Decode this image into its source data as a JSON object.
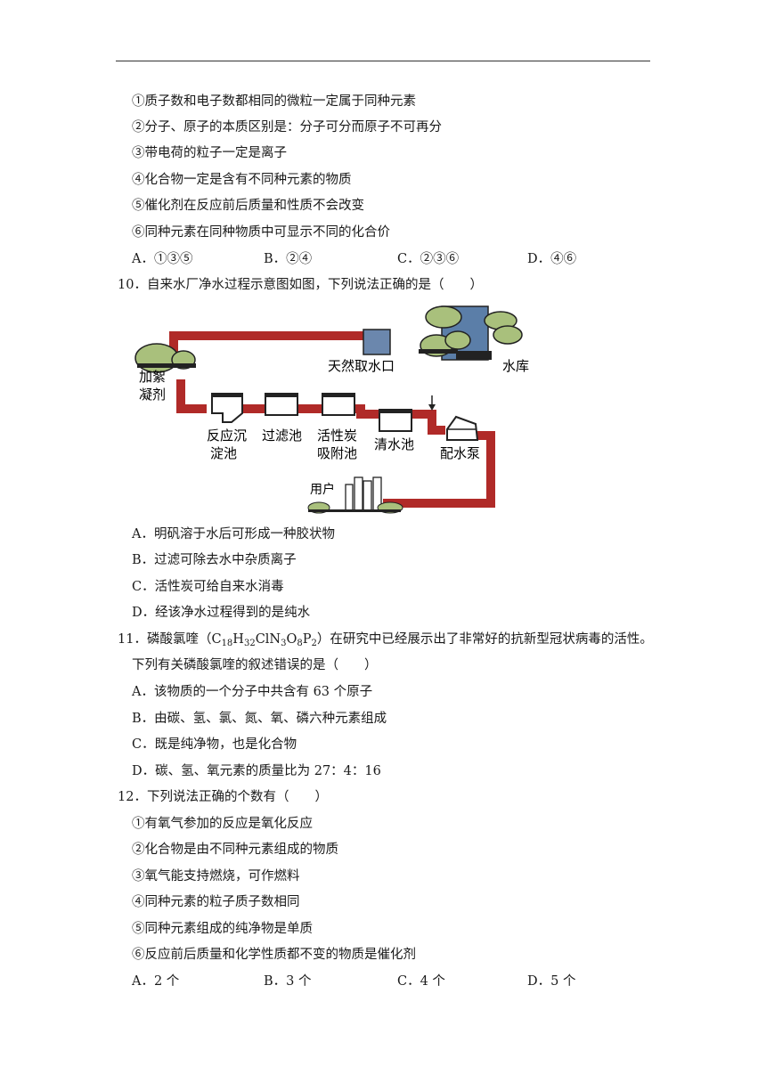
{
  "q9": {
    "statements": [
      "①质子数和电子数都相同的微粒一定属于同种元素",
      "②分子、原子的本质区别是：分子可分而原子不可再分",
      "③带电荷的粒子一定是离子",
      "④化合物一定是含有不同种元素的物质",
      "⑤催化剂在反应前后质量和性质不会改变",
      "⑥同种元素在同种物质中可显示不同的化合价"
    ],
    "options": [
      "A．①③⑤",
      "B．②④",
      "C．②③⑥",
      "D．④⑥"
    ]
  },
  "q10": {
    "stem": "10．自来水厂净水过程示意图如图，下列说法正确的是（　　）",
    "diagram": {
      "intake": "天然取水口",
      "reservoir": "水库",
      "coagulant_line1": "加絮",
      "coagulant_line2": "凝剂",
      "sedimentation_line1": "反应沉",
      "sedimentation_line2": "淀池",
      "filter": "过滤池",
      "carbon_line1": "活性炭",
      "carbon_line2": "吸附池",
      "clear": "清水池",
      "pump": "配水泵",
      "user": "用户"
    },
    "options": [
      "A．明矾溶于水后可形成一种胶状物",
      "B．过滤可除去水中杂质离子",
      "C．活性炭可给自来水消毒",
      "D．经该净水过程得到的是纯水"
    ]
  },
  "q11": {
    "stem_prefix": "11．磷酸氯喹（",
    "formula": [
      {
        "t": "C",
        "s": "18"
      },
      {
        "t": "H",
        "s": "32"
      },
      {
        "t": "ClN",
        "s": "3"
      },
      {
        "t": "O",
        "s": "8"
      },
      {
        "t": "P",
        "s": "2"
      }
    ],
    "stem_suffix": "）在研究中已经展示出了非常好的抗新型冠状病毒的活性。",
    "stem_line2": "下列有关磷酸氯喹的叙述错误的是（　　）",
    "options": [
      "A．该物质的一个分子中共含有 63 个原子",
      "B．由碳、氢、氯、氮、氧、磷六种元素组成",
      "C．既是纯净物，也是化合物",
      "D．碳、氢、氧元素的质量比为 27：4：16"
    ]
  },
  "q12": {
    "stem": "12．下列说法正确的个数有（　　）",
    "statements": [
      "①有氧气参加的反应是氧化反应",
      "②化合物是由不同种元素组成的物质",
      "③氧气能支持燃烧，可作燃料",
      "④同种元素的粒子质子数相同",
      "⑤同种元素组成的纯净物是单质",
      "⑥反应前后质量和化学性质都不变的物质是催化剂"
    ],
    "options": [
      "A．2 个",
      "B．3 个",
      "C．4 个",
      "D．5 个"
    ]
  },
  "colors": {
    "pipe": "#b02a28",
    "tank_fill": "#ffffff",
    "intake_box": "#6b87ad",
    "tree": "#a9c07c",
    "reservoir_water": "#5b7ea8"
  }
}
